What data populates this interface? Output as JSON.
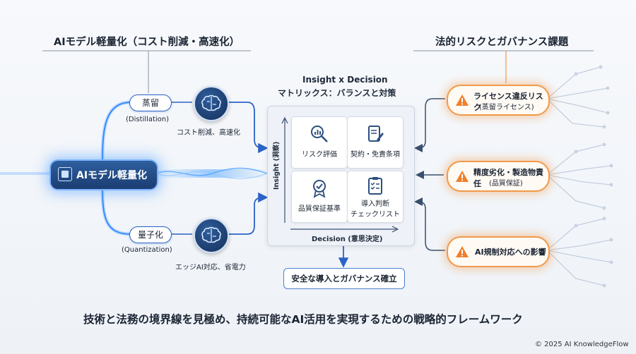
{
  "left_heading": "AIモデル軽量化（コスト削減・高速化）",
  "right_heading": "法的リスクとガバナンス課題",
  "center_button": "AIモデル軽量化",
  "distill": {
    "label": "蒸留",
    "sub": "(Distillation)",
    "effect": "コスト削減、高速化"
  },
  "quant": {
    "label": "量子化",
    "sub": "(Quantization)",
    "effect": "エッジAI対応、省電力"
  },
  "matrix": {
    "title1": "Insight x Decision",
    "title2": "マトリックス：バランスと対策",
    "y_axis": "Insight (洞察)",
    "x_axis": "Decision (意思決定)",
    "cells": [
      "リスク評価",
      "契約・免責条項",
      "品質保証基準",
      "導入判断",
      "チェックリスト"
    ]
  },
  "risks": [
    {
      "l1": "ライセンス違反リスク",
      "l2": "(蒸留ライセンス)"
    },
    {
      "l1": "精度劣化・製造物責任",
      "l2": "(品質保証)"
    },
    {
      "l1": "AI規制対応への影響"
    }
  ],
  "result": "安全な導入とガバナンス確立",
  "footer": "技術と法務の境界線を見極め、持続可能なAI活用を実現するための戦略的フレームワーク",
  "copyright": "© 2025 AI KnowledgeFlow",
  "colors": {
    "accent_blue": "#2b63c6",
    "accent_orange": "#f2994a",
    "navy": "#1b3d72"
  }
}
